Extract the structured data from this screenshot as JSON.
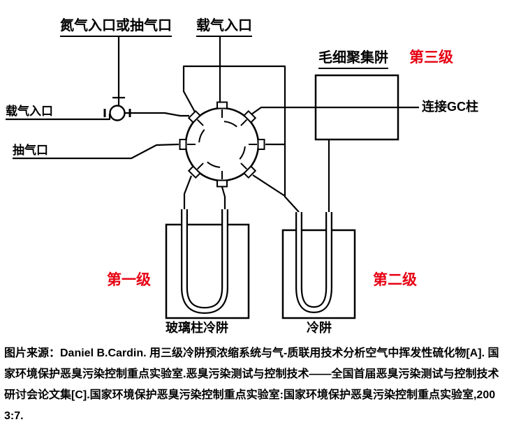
{
  "diagram": {
    "labels": {
      "nitrogen_inlet": "氮气入口或抽气口",
      "carrier_inlet_top": "载气入口",
      "capillary_trap": "毛细聚集阱",
      "stage3": "第三级",
      "carrier_inlet_left": "载气入口",
      "pump_port": "抽气口",
      "gc_column": "连接GC柱",
      "stage1": "第一级",
      "stage2": "第二级",
      "glass_trap": "玻璃柱冷阱",
      "cold_trap": "冷阱"
    },
    "colors": {
      "stage_label_red": "#e60012",
      "line": "#000000"
    }
  },
  "caption": {
    "text": "图片来源：Daniel B.Cardin. 用三级冷阱预浓缩系统与气-质联用技术分析空气中挥发性硫化物[A]. 国家环境保护恶臭污染控制重点实验室.恶臭污染测试与控制技术——全国首届恶臭污染测试与控制技术研讨会论文集[C].国家环境保护恶臭污染控制重点实验室:国家环境保护恶臭污染控制重点实验室,2003:7."
  }
}
